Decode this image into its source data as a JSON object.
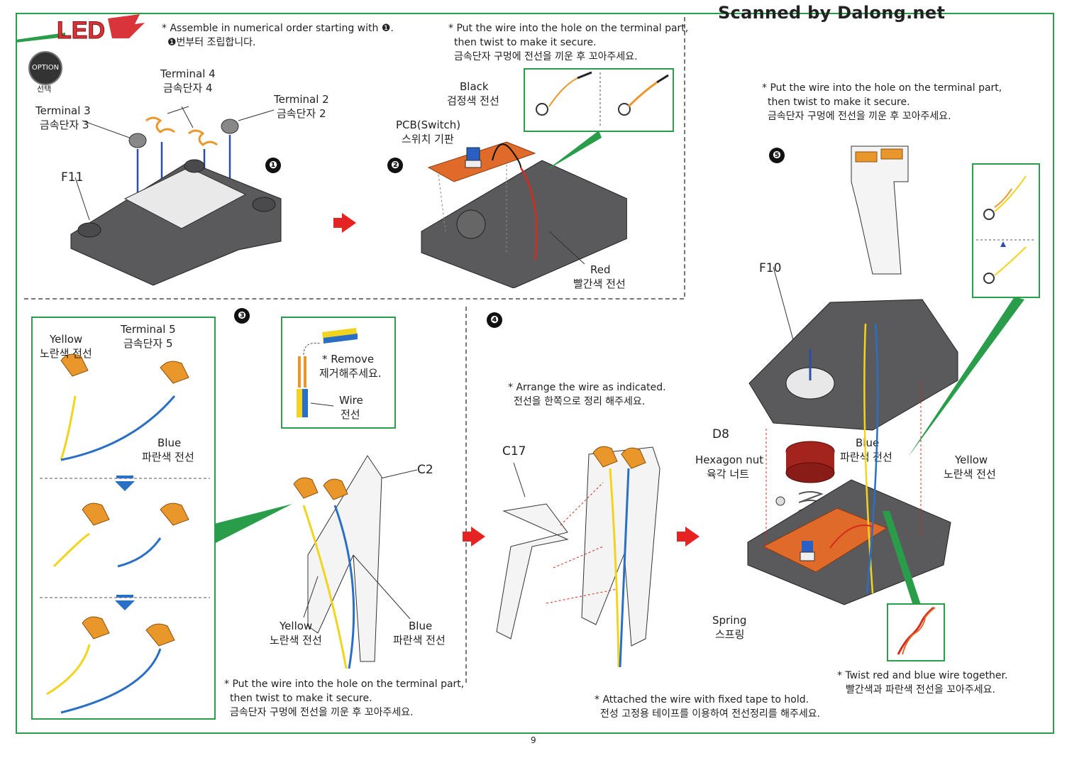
{
  "header": {
    "logo": "LED",
    "watermark": "Scanned by Dalong.net",
    "option_badge": "OPTION",
    "option_sub": "선택"
  },
  "notes": {
    "assemble_en": "* Assemble in numerical order starting with ❶.",
    "assemble_ko": "❶번부터 조립합니다.",
    "twist_top_en1": "* Put the wire into the hole on the terminal part,",
    "twist_top_en2": "then twist to make it secure.",
    "twist_top_ko": "금속단자 구멍에 전선을 끼운 후 꼬아주세요.",
    "twist_right_en1": "* Put the wire into the hole on the terminal part,",
    "twist_right_en2": "then twist to make it secure.",
    "twist_right_ko": "금속단자 구멍에 전선을 끼운 후 꼬아주세요.",
    "remove_en": "* Remove",
    "remove_ko": "제거해주세요.",
    "arrange_en": "* Arrange the wire as indicated.",
    "arrange_ko": "전선을 한쪽으로 정리 해주세요.",
    "twist_bottom_en1": "* Put the wire into the hole on the terminal part,",
    "twist_bottom_en2": "then twist to make it secure.",
    "twist_bottom_ko": "금속단자 구멍에 전선을 끼운 후 꼬아주세요.",
    "tape_en": "* Attached the wire with fixed tape to hold.",
    "tape_ko": "전성 고정용 테이프를 이용하여 전선정리를 해주세요.",
    "twist_rb_en": "* Twist red and blue wire together.",
    "twist_rb_ko": "빨간색과 파란색 전선을 꼬아주세요."
  },
  "steps": [
    "❶",
    "❷",
    "❸",
    "❹",
    "❺"
  ],
  "labels": {
    "terminal3_en": "Terminal 3",
    "terminal3_ko": "금속단자 3",
    "terminal4_en": "Terminal 4",
    "terminal4_ko": "금속단자 4",
    "terminal2_en": "Terminal 2",
    "terminal2_ko": "금속단자 2",
    "f11": "F11",
    "pcb_en": "PCB(Switch)",
    "pcb_ko": "스위치 기판",
    "black_en": "Black",
    "black_ko": "검정색 전선",
    "red_en": "Red",
    "red_ko": "빨간색 전선",
    "yellow_en": "Yellow",
    "yellow_ko": "노란색 전선",
    "terminal5_en": "Terminal 5",
    "terminal5_ko": "금속단자 5",
    "blue_en": "Blue",
    "blue_ko": "파란색 전선",
    "wire_en": "Wire",
    "wire_ko": "전선",
    "c2": "C2",
    "yellow2_en": "Yellow",
    "yellow2_ko": "노란색 전선",
    "blue2_en": "Blue",
    "blue2_ko": "파란색 전선",
    "c17": "C17",
    "f10": "F10",
    "d8": "D8",
    "hexnut_en": "Hexagon nut",
    "hexnut_ko": "육각 너트",
    "blue3_en": "Blue",
    "blue3_ko": "파란색 전선",
    "yellow3_en": "Yellow",
    "yellow3_ko": "노란색 전선",
    "spring_en": "Spring",
    "spring_ko": "스프링"
  },
  "page_number": "9",
  "colors": {
    "frame": "#2a9d4a",
    "arrow": "#e52323",
    "part_gray": "#5a5a5c",
    "pcb_orange": "#e06a2a",
    "terminal_orange": "#e9962a",
    "wire_yellow": "#f2d41f",
    "wire_blue": "#2a6fc4",
    "wire_red": "#d72b1e",
    "led_red": "#a3231d"
  }
}
